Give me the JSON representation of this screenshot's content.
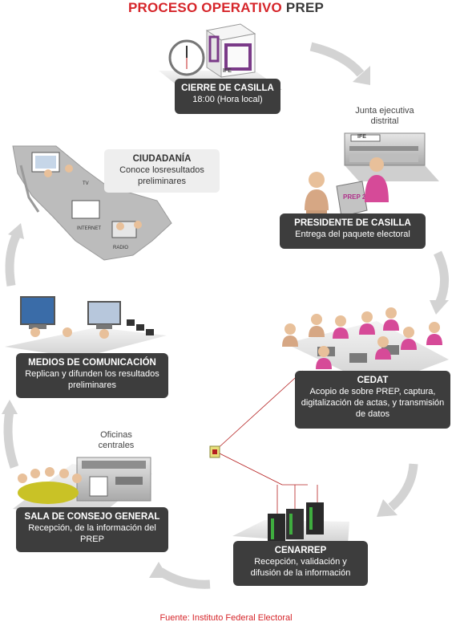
{
  "title": {
    "part1": "PROCESO OPERATIVO",
    "part2": "PREP"
  },
  "stages": {
    "cierre": {
      "heading": "CIERRE DE CASILLA",
      "desc": "18:00 (Hora local)"
    },
    "presidente": {
      "heading": "PRESIDENTE DE CASILLA",
      "desc": "Entrega del paquete electoral"
    },
    "cedat": {
      "heading": "CEDAT",
      "desc": "Acopio de sobre PREP, captura, digitalización de actas, y transmisión de datos"
    },
    "cenarrep": {
      "heading": "CENARREP",
      "desc": "Recepción, validación y difusión de la información"
    },
    "sala": {
      "heading": "SALA DE CONSEJO GENERAL",
      "desc": "Recepción, de la información del PREP"
    },
    "medios": {
      "heading": "MEDIOS DE COMUNICACIÓN",
      "desc": "Replican y difunden  los resultados preliminares"
    },
    "ciudadania": {
      "heading": "CIUDADANÍA",
      "desc": "Conoce losresultados preliminares"
    }
  },
  "notes": {
    "junta": "Junta ejecutiva distrital",
    "oficinas": "Oficinas centrales"
  },
  "map_labels": {
    "tv": "TV",
    "internet": "INTERNET",
    "radio": "RADIO"
  },
  "prep_box_label": "PREP 2012",
  "ife_label": "IFE",
  "source": "Fuente: Instituto Federal Electoral",
  "colors": {
    "title_red": "#d6252a",
    "box_dark": "#3d3d3d",
    "arrow_gray": "#d0d0d0",
    "staff_pink": "#d64a98",
    "connector_red": "#b52020"
  }
}
